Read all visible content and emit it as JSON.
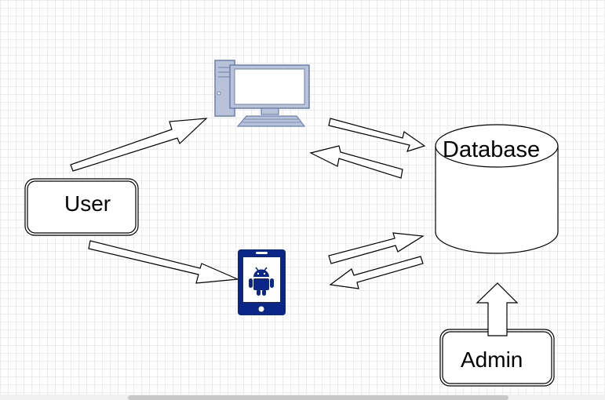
{
  "nodes": {
    "user": {
      "label": "User"
    },
    "database": {
      "label": "Database"
    },
    "admin": {
      "label": "Admin"
    }
  },
  "icons": {
    "desktop": "desktop-computer-icon",
    "mobile": "android-phone-icon"
  },
  "colors": {
    "desktop_outline": "#6b7fad",
    "desktop_fill": "#b8c2d8",
    "phone": "#0a2687"
  }
}
